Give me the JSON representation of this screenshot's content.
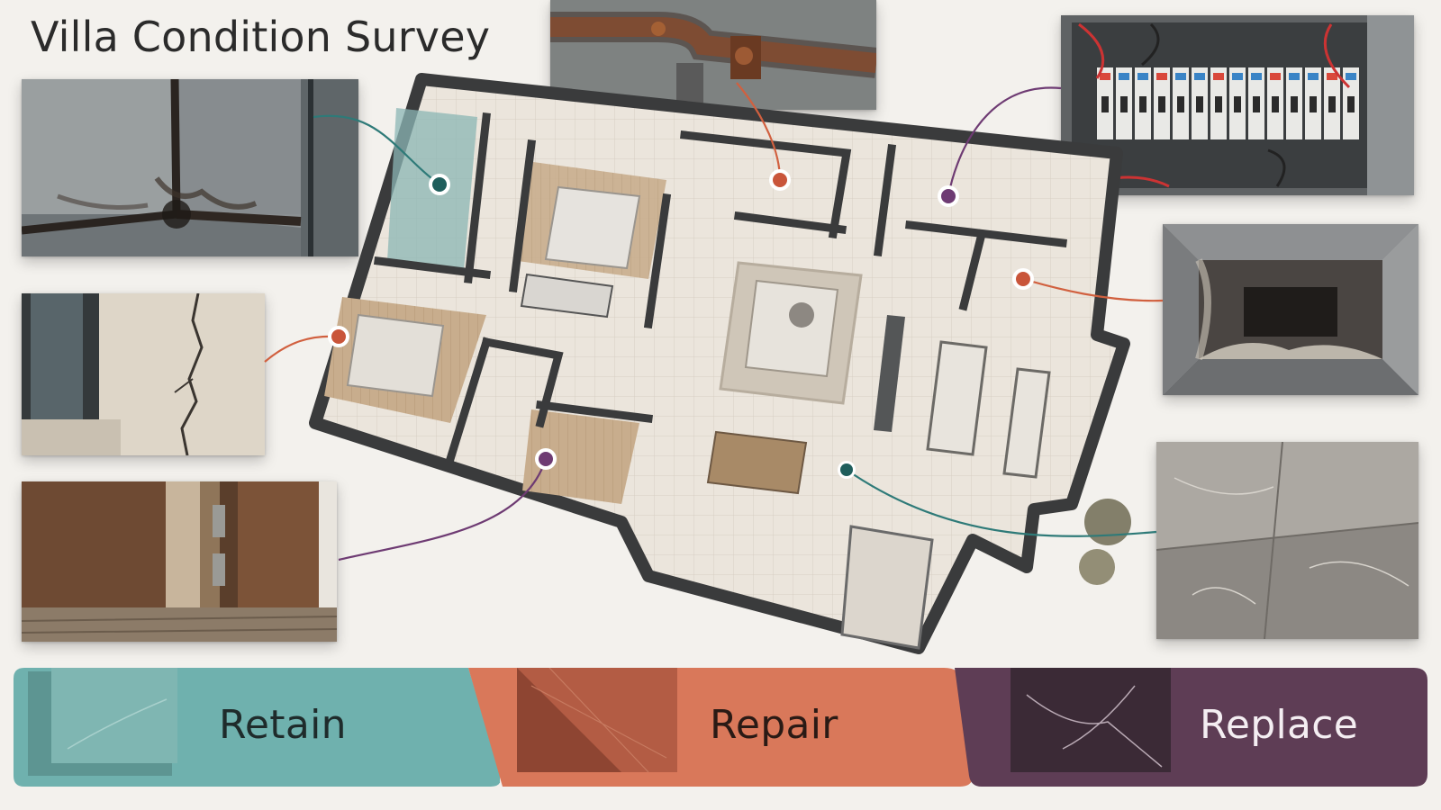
{
  "title": "Villa Condition Survey",
  "categories": [
    {
      "id": "retain",
      "label": "Retain",
      "color": "#6fb1ae"
    },
    {
      "id": "repair",
      "label": "Repair",
      "color": "#d9785a"
    },
    {
      "id": "replace",
      "label": "Replace",
      "color": "#5e3d55"
    }
  ],
  "photos": [
    {
      "name": "photo-mould-corner",
      "subject": "mould at wall corner",
      "status": "retain"
    },
    {
      "name": "photo-wall-crack",
      "subject": "cracked plaster by window",
      "status": "repair"
    },
    {
      "name": "photo-door-damage",
      "subject": "damaged door base",
      "status": "replace"
    },
    {
      "name": "photo-corroded-pipes",
      "subject": "corroded pipes",
      "status": "repair"
    },
    {
      "name": "photo-electrical-panel",
      "subject": "electrical panel",
      "status": "replace"
    },
    {
      "name": "photo-duct-dust",
      "subject": "dusty ventilation duct",
      "status": "repair"
    },
    {
      "name": "photo-marble-floor",
      "subject": "marble floor tiles",
      "status": "retain"
    }
  ]
}
